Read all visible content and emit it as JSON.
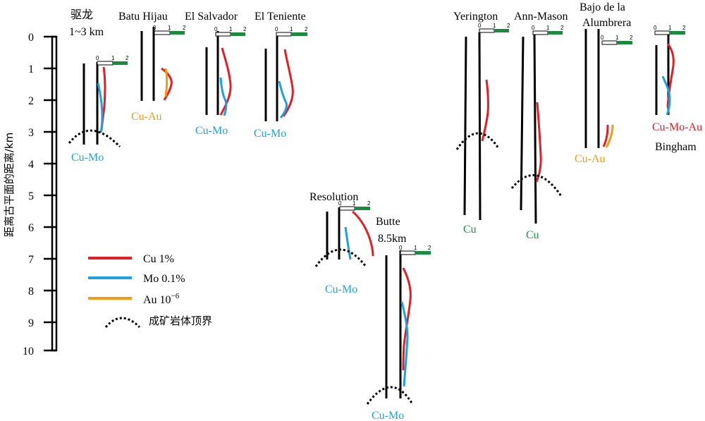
{
  "axis": {
    "label": "距离古平面的距离/km",
    "ticks": [
      "0",
      "1",
      "2",
      "3",
      "4",
      "5",
      "6",
      "7",
      "8",
      "9",
      "10"
    ]
  },
  "scale_ticks": [
    "0",
    "1",
    "2"
  ],
  "colors": {
    "cu": "#e31e24",
    "mo": "#1ba1e2",
    "au": "#f39c12",
    "ore_green": "#1a9641",
    "bar_green": "#1a8a3c"
  },
  "legend": {
    "cu": "Cu 1%",
    "mo": "Mo 0.1%",
    "au": "Au 10",
    "au_sup": "−6",
    "top": "成矿岩体顶界"
  },
  "deposits": {
    "qulong": {
      "name": "驱龙",
      "sub": "1~3 km",
      "ore": "Cu-Mo"
    },
    "batu": {
      "name": "Batu Hijau",
      "ore": "Cu-Au"
    },
    "salvador": {
      "name": "El Salvador",
      "ore": "Cu-Mo"
    },
    "teniente": {
      "name": "El Teniente",
      "ore": "Cu-Mo"
    },
    "resolution": {
      "name": "Resolution",
      "ore": "Cu-Mo"
    },
    "butte": {
      "name": "Butte",
      "sub": "8.5km",
      "ore": "Cu-Mo"
    },
    "yerington": {
      "name": "Yerington",
      "ore": "Cu"
    },
    "annmason": {
      "name": "Ann-Mason",
      "ore": "Cu"
    },
    "bajo": {
      "name": "Bajo de la",
      "name2": "Alumbrera",
      "ore": "Cu-Au"
    },
    "bingham": {
      "name": "Bingham",
      "ore": "Cu-Mo-Au"
    }
  }
}
